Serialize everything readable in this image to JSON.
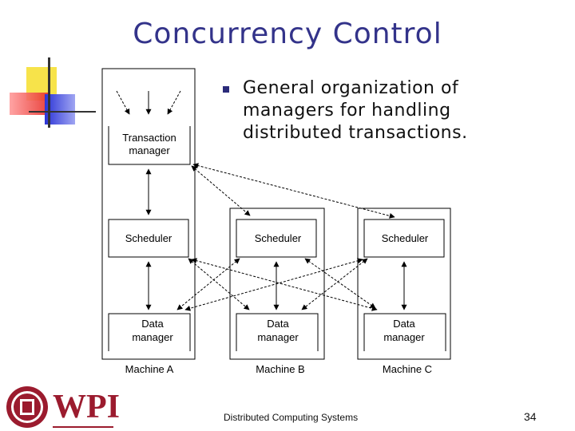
{
  "slide": {
    "title": "Concurrency Control",
    "bullets": [
      {
        "lines": [
          "General organization of",
          "managers for handling",
          "distributed transactions."
        ]
      }
    ],
    "footer": "Distributed Computing Systems",
    "page_number": "34",
    "logo_text": "WPI"
  },
  "diagram": {
    "machines": [
      {
        "name": "Machine A",
        "components": [
          [
            "Transaction",
            "manager"
          ],
          [
            "Scheduler"
          ],
          [
            "Data",
            "manager"
          ]
        ]
      },
      {
        "name": "Machine B",
        "components": [
          [
            "Scheduler"
          ],
          [
            "Data",
            "manager"
          ]
        ]
      },
      {
        "name": "Machine C",
        "components": [
          [
            "Scheduler"
          ],
          [
            "Data",
            "manager"
          ]
        ]
      }
    ]
  },
  "colors": {
    "title": "#33338a",
    "deco_yellow": "#f7e34a",
    "deco_red": "#e8302a",
    "deco_blue": "#2b33d6",
    "logo_red": "#9b1b2e"
  }
}
